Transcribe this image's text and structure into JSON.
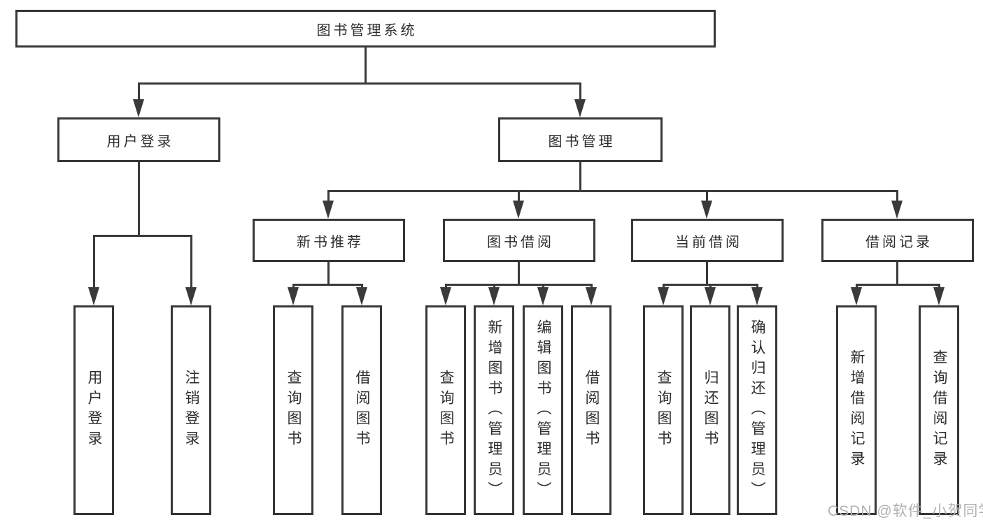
{
  "diagram": {
    "root": "图书管理系统",
    "level2": {
      "user_login": "用户登录",
      "book_management": "图书管理"
    },
    "user_login_children": [
      "用户登录",
      "注销登录"
    ],
    "level3": [
      "新书推荐",
      "图书借阅",
      "当前借阅",
      "借阅记录"
    ],
    "new_book_children": [
      "查询图书",
      "借阅图书"
    ],
    "book_borrow_children": [
      "查询图书",
      "新增图书（管理员）",
      "编辑图书（管理员）",
      "借阅图书"
    ],
    "current_borrow_children": [
      "查询图书",
      "归还图书",
      "确认归还（管理员）"
    ],
    "borrow_record_children": [
      "新增借阅记录",
      "查询借阅记录"
    ]
  },
  "watermark": "CSDN @软件_小贺同学",
  "colors": {
    "line": "#3a3a3a",
    "text": "#2d2d2d",
    "watermark": "#b2b2b2",
    "background": "#ffffff"
  }
}
